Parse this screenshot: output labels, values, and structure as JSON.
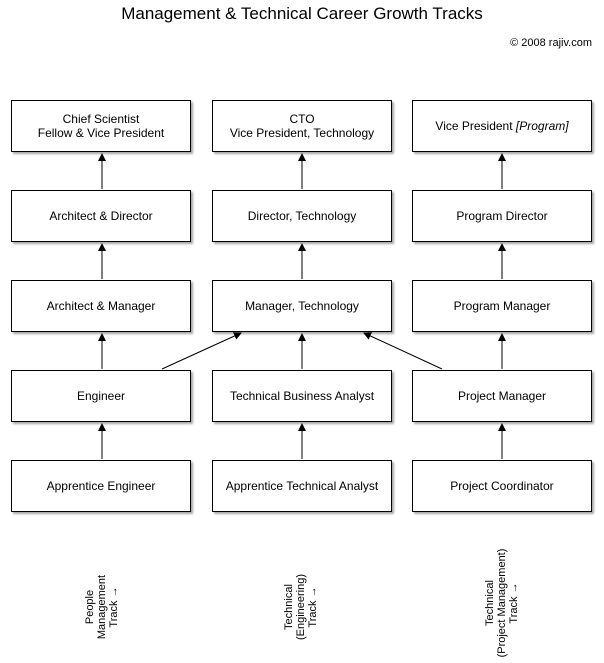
{
  "title": "Management & Technical Career Growth Tracks",
  "copyright": "© 2008 rajiv.com",
  "columns": [
    {
      "boxes": [
        {
          "lines": [
            "Chief Scientist",
            "Fellow & Vice President"
          ]
        },
        {
          "lines": [
            "Architect & Director"
          ]
        },
        {
          "lines": [
            "Architect & Manager"
          ]
        },
        {
          "lines": [
            "Engineer"
          ]
        },
        {
          "lines": [
            "Apprentice Engineer"
          ]
        }
      ],
      "track": [
        "People",
        "Management",
        "Track →"
      ]
    },
    {
      "boxes": [
        {
          "lines": [
            "CTO",
            "Vice President, Technology"
          ]
        },
        {
          "lines": [
            "Director, Technology"
          ]
        },
        {
          "lines": [
            "Manager, Technology"
          ]
        },
        {
          "lines": [
            "Technical Business Analyst"
          ]
        },
        {
          "lines": [
            "Apprentice Technical Analyst"
          ]
        }
      ],
      "track": [
        "Technical",
        "(Engineering)",
        "Track →"
      ]
    },
    {
      "boxes": [
        {
          "lines": [
            "Vice President",
            "[Program]"
          ]
        },
        {
          "lines": [
            "Program Director"
          ]
        },
        {
          "lines": [
            "Program Manager"
          ]
        },
        {
          "lines": [
            "Project Manager"
          ]
        },
        {
          "lines": [
            "Project Coordinator"
          ]
        }
      ],
      "track": [
        "Technical",
        "(Project Management)",
        "Track →"
      ]
    }
  ]
}
